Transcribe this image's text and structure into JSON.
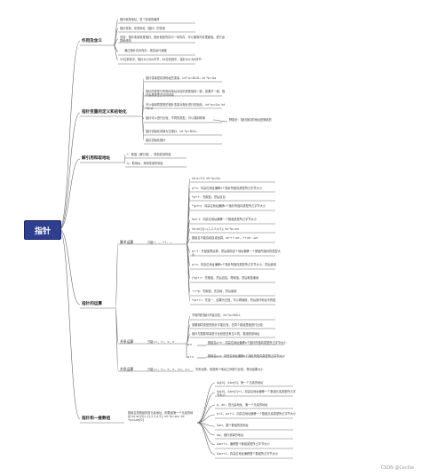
{
  "root": {
    "label": "指针"
  },
  "branches": [
    {
      "label": "作用及含义",
      "leaves": [
        "指针就是地址，是个变量的编号",
        "指针变量，存放地址（指针）的变量",
        "总结：指针变量就是指针，指针就是内存中一块内存，可以使用内存里面值，进行运算和修改",
        "通过指针访问内存，提高运行速度",
        "32位系统中，指针大小为4字节，64位系统中，指针大小为8字节"
      ]
    },
    {
      "label": "指针变量的定义和初始化",
      "leaves": [
        "指针变量是存放地址的变量，int* p=NULL; int *p=&a",
        "指针的类型与所指向地址对应的类型保持一致，如果不一致，指针会按类型去访问内存",
        "可以使用同类型的指针变量对指针进行初始化，int *p=&a; int *q=p",
        "指针可以进行比较、不同的类型，可以强制转换",
        "指针初始化设置为空指针，int *p=NULL",
        "建议初始化指针"
      ],
      "note": "野指针：指针指向的地址是随机的"
    },
    {
      "label": "解引用和取地址",
      "leaves": [
        "*：取值（解引用），得到变量的值",
        "&：取地址，得到变量的地址"
      ]
    },
    {
      "label": "指针的运算",
      "groups": [
        {
          "label": "算术运算",
          "tag": "只能+、-、++、--",
          "leaves": [
            "int a=10; int *p=&a",
            "p+n：向高位地址偏移n个指针所指向类型所占字节大小",
            "*p++：先取值，然后自加",
            "*(p+n)：向高位地址偏移n个指针所指向类型所占字节大小",
            "&a+1：向高位地址偏移一个数组类型所占字节大小",
            "int arr[5]={1,2,3,4,5}; int *p=arr",
            "数组名不能自增自减运算，arr++ arr-- ++arr --arr",
            "p++：先赋值再运算，然后使用这个地址偏移一个数组所指向的类型大小",
            "p+n：向高位地址偏移n个指针所指向类型所占字节大小，然后使用",
            "(*p)++：先取值，然后自加，再赋值，然后取值使用",
            "++*p：先取值，先自增，然后使用",
            "*(p++)：先加一，结果为左值，可以再赋值，然后操作地址中的值"
          ]
        },
        {
          "label": "关系运算",
          "tag": "只能==、!=、<、>",
          "leaves": [
            "不相同的指针不能比较，int *p=NULL",
            "需要相同类型的指针才能比较，在同个数组里面进行比较",
            "指针与整数常量进行比较是没有意义的，数组的首地址",
            "数组名p+n：向高位地址偏移n个指针所指向类型所占字节大小",
            "数组名p-n：向低位地址偏移n个指针所指向类型所占字节大小"
          ],
          "mid": [
            "p-n",
            "p+n"
          ]
        },
        {
          "label": "关系运算",
          "tag": "只能==、!=、<、>、<=、>=",
          "leaves": [
            "关系运算，就是两个地址之间进行比较，得出结果大小"
          ]
        }
      ]
    },
    {
      "label": "指针和一维数组",
      "intro": "数组名是数组的首元素地址，即数组第一个元素的地址 int arr[5]={1,2,3,4,5}; int *p=arr; int *p=&arr[0]",
      "leaves": [
        "&p[0]、&arr[0]，第一个元素的地址",
        "&p[0]、&arr[0]+1，向高位地址偏移一个数组元素类型所占字节大小",
        "p、arr，首元素地址，第一个元素的地址",
        "p+1、arr+1，向高位地址偏移一个数组元素类型所占字节大小",
        "&arr，整个数组的首地址",
        "&p，指针变量的地址",
        "&arr+1，偏移整个数组类型所占字节大小",
        "&arr+1，向高位地址偏移整个数组所占字节大小"
      ]
    }
  ],
  "footer": "CSDN @Cecilia"
}
